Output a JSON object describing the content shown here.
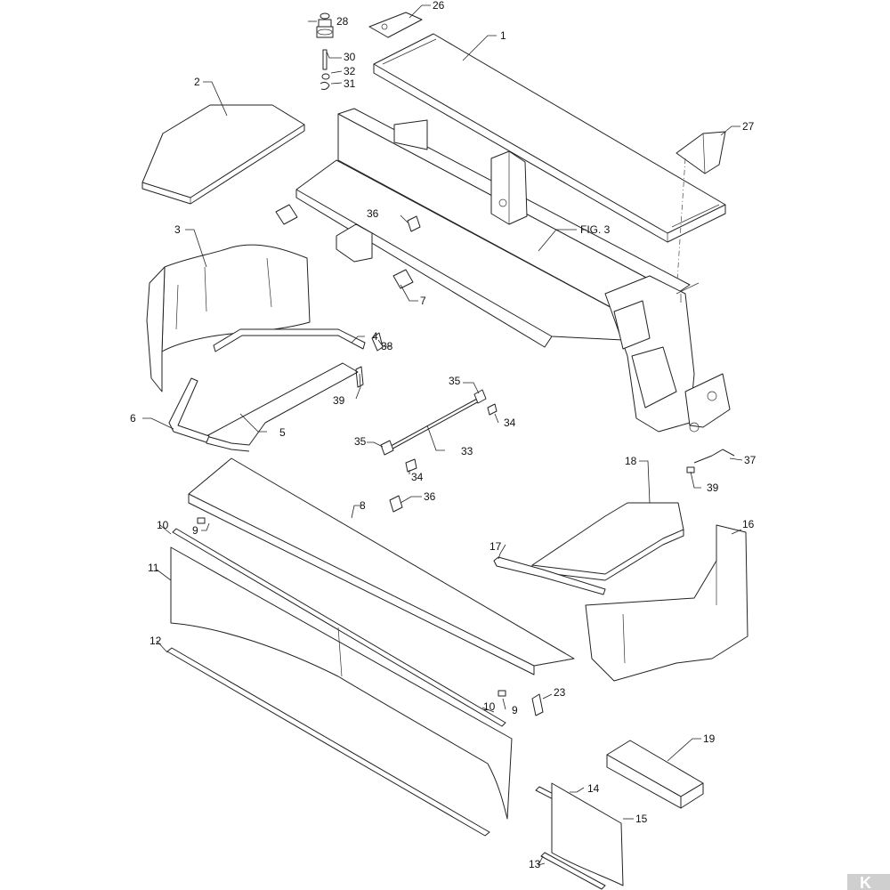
{
  "diagram": {
    "labels": [
      {
        "id": "1",
        "text": "1"
      },
      {
        "id": "2",
        "text": "2"
      },
      {
        "id": "3",
        "text": "3"
      },
      {
        "id": "4",
        "text": "4"
      },
      {
        "id": "5",
        "text": "5"
      },
      {
        "id": "6",
        "text": "6"
      },
      {
        "id": "7",
        "text": "7"
      },
      {
        "id": "8",
        "text": "8"
      },
      {
        "id": "9a",
        "text": "9"
      },
      {
        "id": "9b",
        "text": "9"
      },
      {
        "id": "10a",
        "text": "10"
      },
      {
        "id": "10b",
        "text": "10"
      },
      {
        "id": "11",
        "text": "11"
      },
      {
        "id": "12",
        "text": "12"
      },
      {
        "id": "13",
        "text": "13"
      },
      {
        "id": "14",
        "text": "14"
      },
      {
        "id": "15",
        "text": "15"
      },
      {
        "id": "16",
        "text": "16"
      },
      {
        "id": "17",
        "text": "17"
      },
      {
        "id": "18",
        "text": "18"
      },
      {
        "id": "19",
        "text": "19"
      },
      {
        "id": "23",
        "text": "23"
      },
      {
        "id": "26",
        "text": "26"
      },
      {
        "id": "27",
        "text": "27"
      },
      {
        "id": "28",
        "text": "28"
      },
      {
        "id": "30",
        "text": "30"
      },
      {
        "id": "31",
        "text": "31"
      },
      {
        "id": "32",
        "text": "32"
      },
      {
        "id": "33",
        "text": "33"
      },
      {
        "id": "34a",
        "text": "34"
      },
      {
        "id": "34b",
        "text": "34"
      },
      {
        "id": "35a",
        "text": "35"
      },
      {
        "id": "35b",
        "text": "35"
      },
      {
        "id": "36a",
        "text": "36"
      },
      {
        "id": "36b",
        "text": "36"
      },
      {
        "id": "37",
        "text": "37"
      },
      {
        "id": "38",
        "text": "38"
      },
      {
        "id": "39a",
        "text": "39"
      },
      {
        "id": "39b",
        "text": "39"
      },
      {
        "id": "fig3",
        "text": "FIG. 3"
      }
    ]
  },
  "logo": {
    "text": "K",
    "icon": "kramp-logo-icon"
  }
}
